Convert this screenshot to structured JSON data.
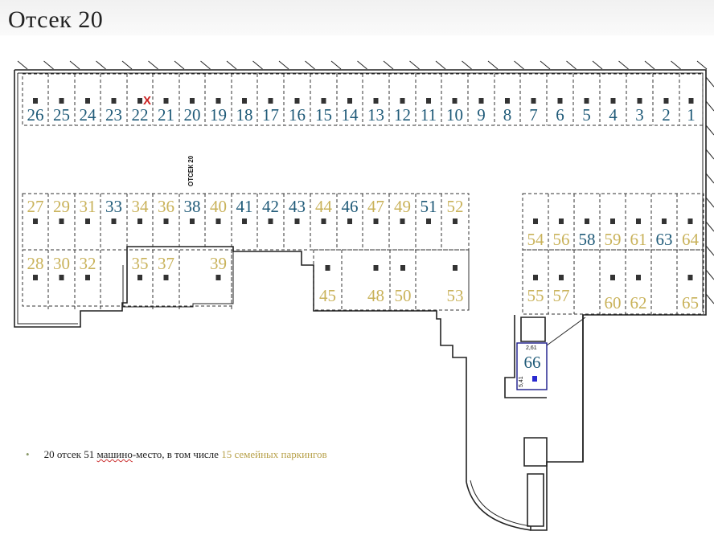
{
  "title": "Отсек 20",
  "section_label": "ОТСЕК 20",
  "taken_marker": "X",
  "colors": {
    "regular_spot": "#1f5a78",
    "family_spot": "#c9b25a",
    "taken_mark": "#cc2222",
    "special_spot_border": "#1a1a8a"
  },
  "top_row": [
    "26",
    "25",
    "24",
    "23",
    "22",
    "21",
    "20",
    "19",
    "18",
    "17",
    "16",
    "15",
    "14",
    "13",
    "12",
    "11",
    "10",
    "9",
    "8",
    "7",
    "6",
    "5",
    "4",
    "3",
    "2",
    "1"
  ],
  "taken_spot": "22",
  "middle_top_row": [
    {
      "n": "27",
      "t": "gold"
    },
    {
      "n": "29",
      "t": "gold"
    },
    {
      "n": "31",
      "t": "gold"
    },
    {
      "n": "33",
      "t": "blue"
    },
    {
      "n": "34",
      "t": "gold"
    },
    {
      "n": "36",
      "t": "gold"
    },
    {
      "n": "38",
      "t": "blue"
    },
    {
      "n": "40",
      "t": "gold"
    },
    {
      "n": "41",
      "t": "blue"
    },
    {
      "n": "42",
      "t": "blue"
    },
    {
      "n": "43",
      "t": "blue"
    },
    {
      "n": "44",
      "t": "gold"
    },
    {
      "n": "46",
      "t": "blue"
    },
    {
      "n": "47",
      "t": "gold"
    },
    {
      "n": "49",
      "t": "gold"
    },
    {
      "n": "51",
      "t": "blue"
    },
    {
      "n": "52",
      "t": "gold"
    }
  ],
  "middle_bottom_row": [
    {
      "n": "28",
      "t": "gold"
    },
    {
      "n": "30",
      "t": "gold"
    },
    {
      "n": "32",
      "t": "gold"
    },
    {
      "n": "35",
      "t": "gold"
    },
    {
      "n": "37",
      "t": "gold"
    },
    {
      "n": "39",
      "t": "gold"
    },
    {
      "n": "45",
      "t": "gold"
    },
    {
      "n": "48",
      "t": "gold"
    },
    {
      "n": "50",
      "t": "gold"
    },
    {
      "n": "53",
      "t": "gold"
    }
  ],
  "right_top_row": [
    {
      "n": "54",
      "t": "gold"
    },
    {
      "n": "56",
      "t": "gold"
    },
    {
      "n": "58",
      "t": "blue"
    },
    {
      "n": "59",
      "t": "gold"
    },
    {
      "n": "61",
      "t": "gold"
    },
    {
      "n": "63",
      "t": "blue"
    },
    {
      "n": "64",
      "t": "gold"
    }
  ],
  "right_bottom_row": [
    {
      "n": "55",
      "t": "gold"
    },
    {
      "n": "57",
      "t": "gold"
    },
    {
      "n": "60",
      "t": "gold"
    },
    {
      "n": "62",
      "t": "gold"
    },
    {
      "n": "65",
      "t": "gold"
    }
  ],
  "special_spot": {
    "n": "66",
    "dim_top": "2,61",
    "dim_side": "5,41"
  },
  "note": {
    "part1": "20 отсек 51 ",
    "part2": "машино",
    "part3": "-место, в том числе ",
    "highlight": "15 семейных паркингов"
  }
}
